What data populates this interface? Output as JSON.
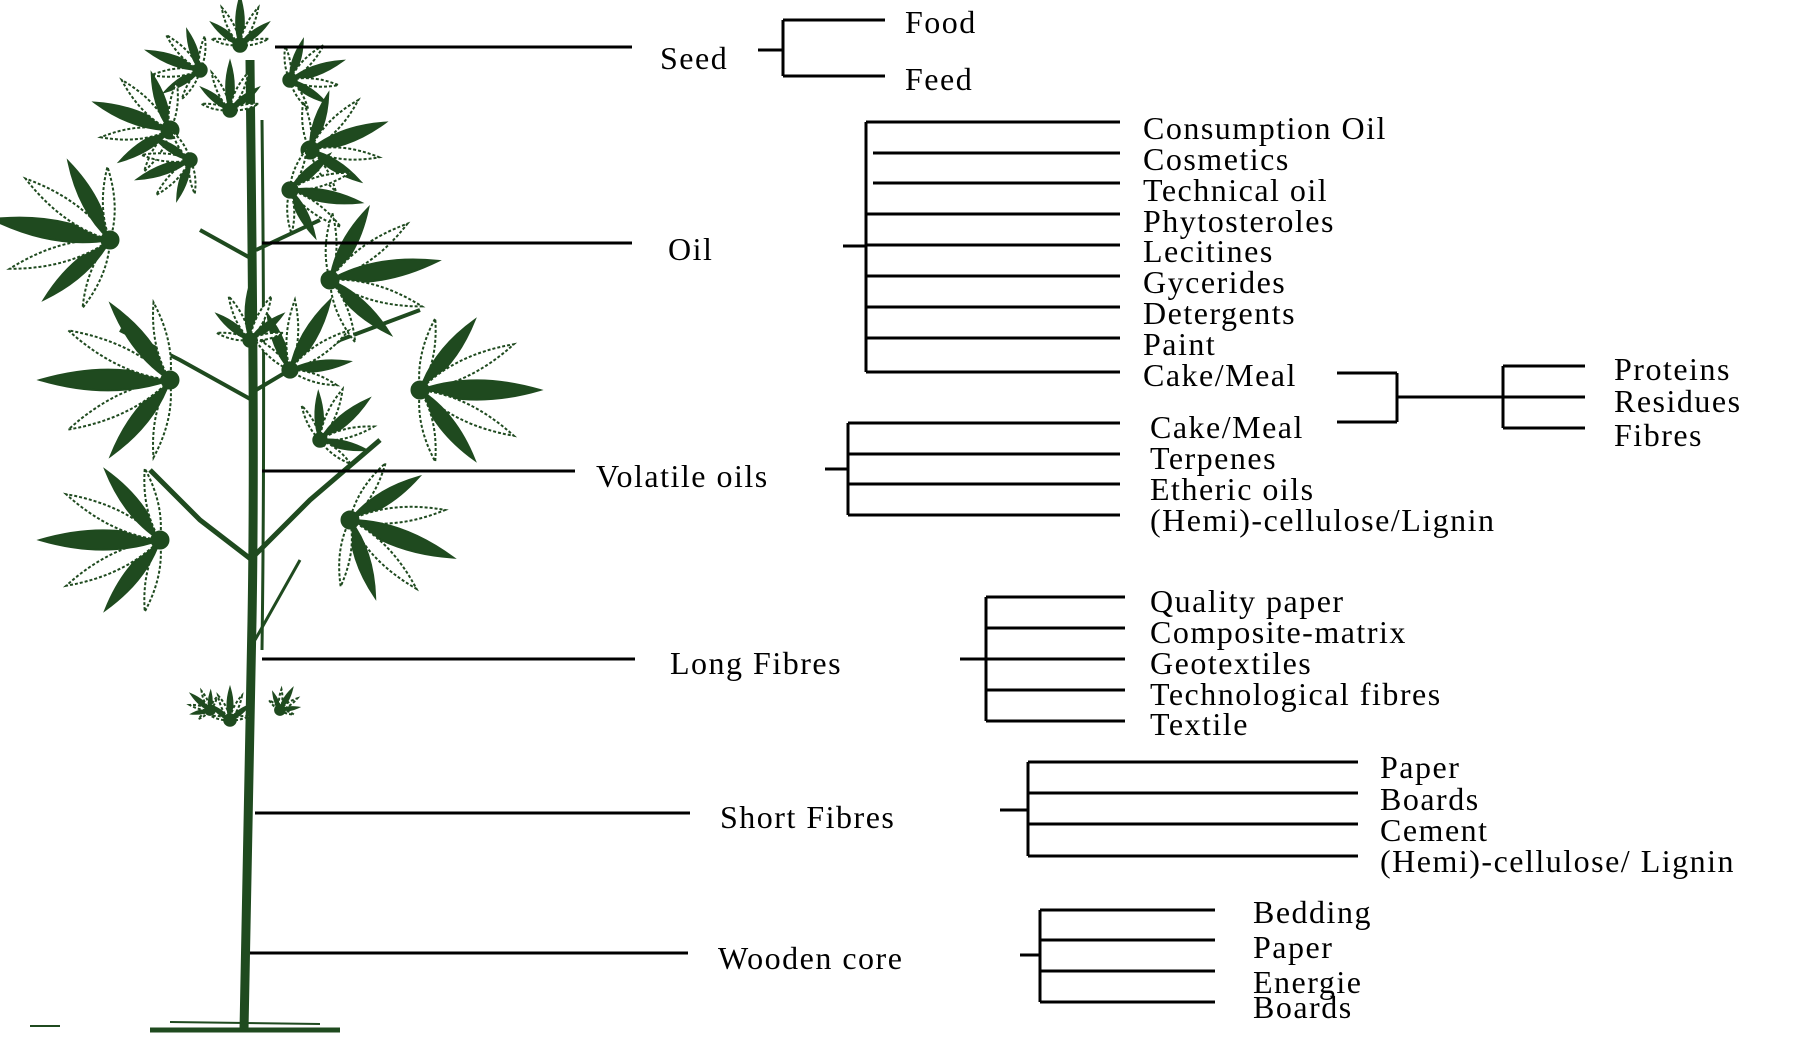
{
  "colors": {
    "plant": "#1f4a1f",
    "ink": "#000000",
    "background": "#ffffff"
  },
  "icons": {
    "plant": "hemp-plant-illustration"
  },
  "categories": {
    "seed": {
      "label": "Seed",
      "products": [
        "Food",
        "Feed"
      ]
    },
    "oil": {
      "label": "Oil",
      "products": [
        "Consumption Oil",
        "Cosmetics",
        "Technical oil",
        "Phytosteroles",
        "Lecitines",
        "Gycerides",
        "Detergents",
        "Paint",
        "Cake/Meal"
      ]
    },
    "volatile_oils": {
      "label": "Volatile oils",
      "products": [
        "Cake/Meal",
        "Terpenes",
        "Etheric oils",
        "(Hemi)-cellulose/Lignin"
      ]
    },
    "cake_meal_outputs": [
      "Proteins",
      "Residues",
      "Fibres"
    ],
    "long_fibres": {
      "label": "Long Fibres",
      "products": [
        "Quality paper",
        "Composite-matrix",
        "Geotextiles",
        "Technological fibres",
        "Textile"
      ]
    },
    "short_fibres": {
      "label": "Short Fibres",
      "products": [
        "Paper",
        "Boards",
        "Cement",
        "(Hemi)-cellulose/ Lignin"
      ]
    },
    "wooden_core": {
      "label": "Wooden core",
      "products": [
        "Bedding",
        "Paper",
        "Energie",
        "Boards"
      ]
    }
  }
}
